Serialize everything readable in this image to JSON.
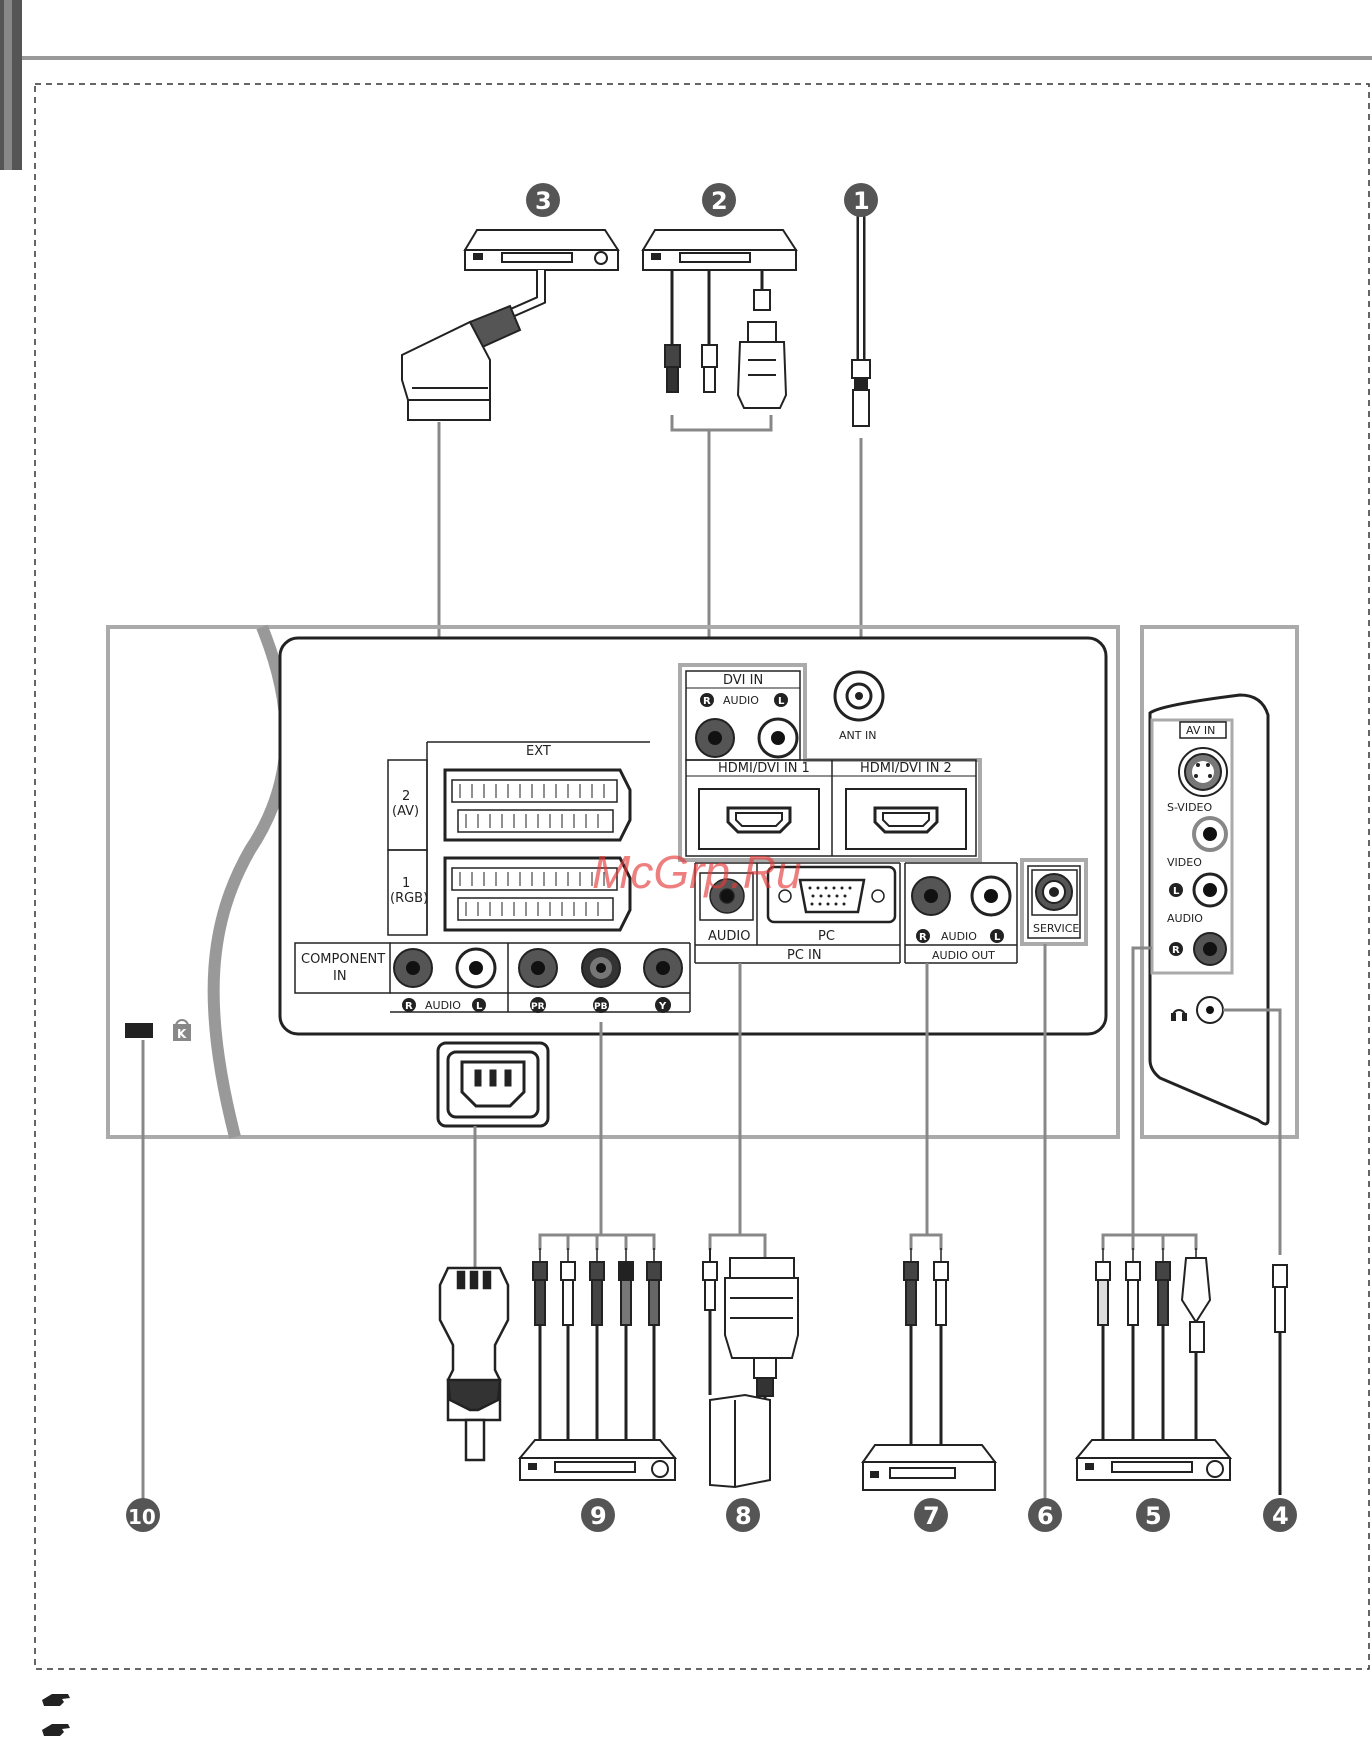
{
  "callout_numbers": [
    "1",
    "2",
    "3",
    "4",
    "5",
    "6",
    "7",
    "8",
    "9",
    "10"
  ],
  "panel_labels": {
    "ext": "EXT",
    "ext2": "2",
    "ext2_sub": "(AV)",
    "ext1": "1",
    "ext1_sub": "(RGB)",
    "component_in_1": "COMPONENT",
    "component_in_2": "IN",
    "audio_rl": "AUDIO",
    "pr": "PR",
    "pb": "PB",
    "y": "Y",
    "dvi_in": "DVI IN",
    "dvi_audio": "AUDIO",
    "ant_in": "ANT IN",
    "hdmi1": "HDMI/DVI IN 1",
    "hdmi2": "HDMI/DVI IN 2",
    "pc_audio": "AUDIO",
    "pc": "PC",
    "pc_in": "PC IN",
    "audio_out_rl": "AUDIO",
    "audio_out": "AUDIO OUT",
    "service": "SERVICE",
    "av_in": "AV IN",
    "s_video": "S-VIDEO",
    "video": "VIDEO",
    "side_audio": "AUDIO",
    "r": "R",
    "l": "L",
    "lock_k": "K"
  },
  "watermark": "McGrp.Ru",
  "icons": [
    "pointing-hand-icon",
    "headphone-icon",
    "kensington-lock-icon"
  ]
}
